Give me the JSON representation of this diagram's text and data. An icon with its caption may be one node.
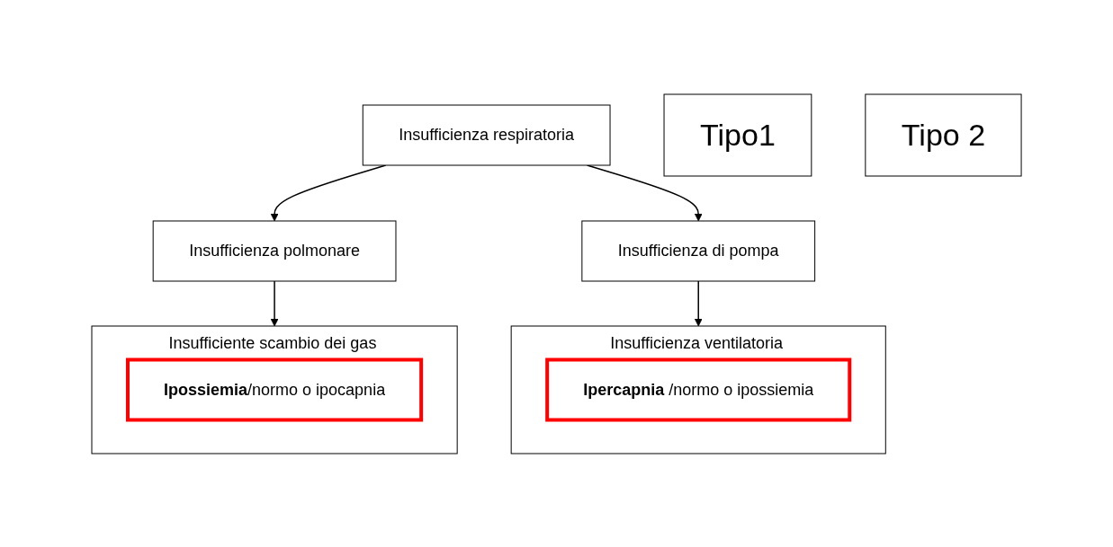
{
  "diagram": {
    "nodes": [
      {
        "text": [
          "Insufficienza respiratoria"
        ]
      },
      {
        "text": [
          "Tipo1"
        ]
      },
      {
        "text": [
          "Tipo 2"
        ]
      },
      {
        "text": [
          "Insufficienza polmonare"
        ]
      },
      {
        "text": [
          "Insufficienza di pompa"
        ]
      },
      {
        "text": [
          "Insufficiente scambio dei gas"
        ]
      },
      {
        "text": [
          "**Ipossiemia**/normo o ipocapnia"
        ],
        "in": 5
      },
      {
        "text": [
          "Insufficienza ventilatoria"
        ]
      },
      {
        "text": [
          "**Ipercapnia** /normo o ipossiemia"
        ],
        "in": 7
      }
    ],
    "edges": [
      {
        "from": 0,
        "to": 3,
        "arrow": "to"
      },
      {
        "from": 0,
        "to": 4,
        "arrow": "to"
      },
      {
        "from": 3,
        "to": 5,
        "arrow": "to"
      },
      {
        "from": 4,
        "to": 7,
        "arrow": "to"
      }
    ]
  }
}
